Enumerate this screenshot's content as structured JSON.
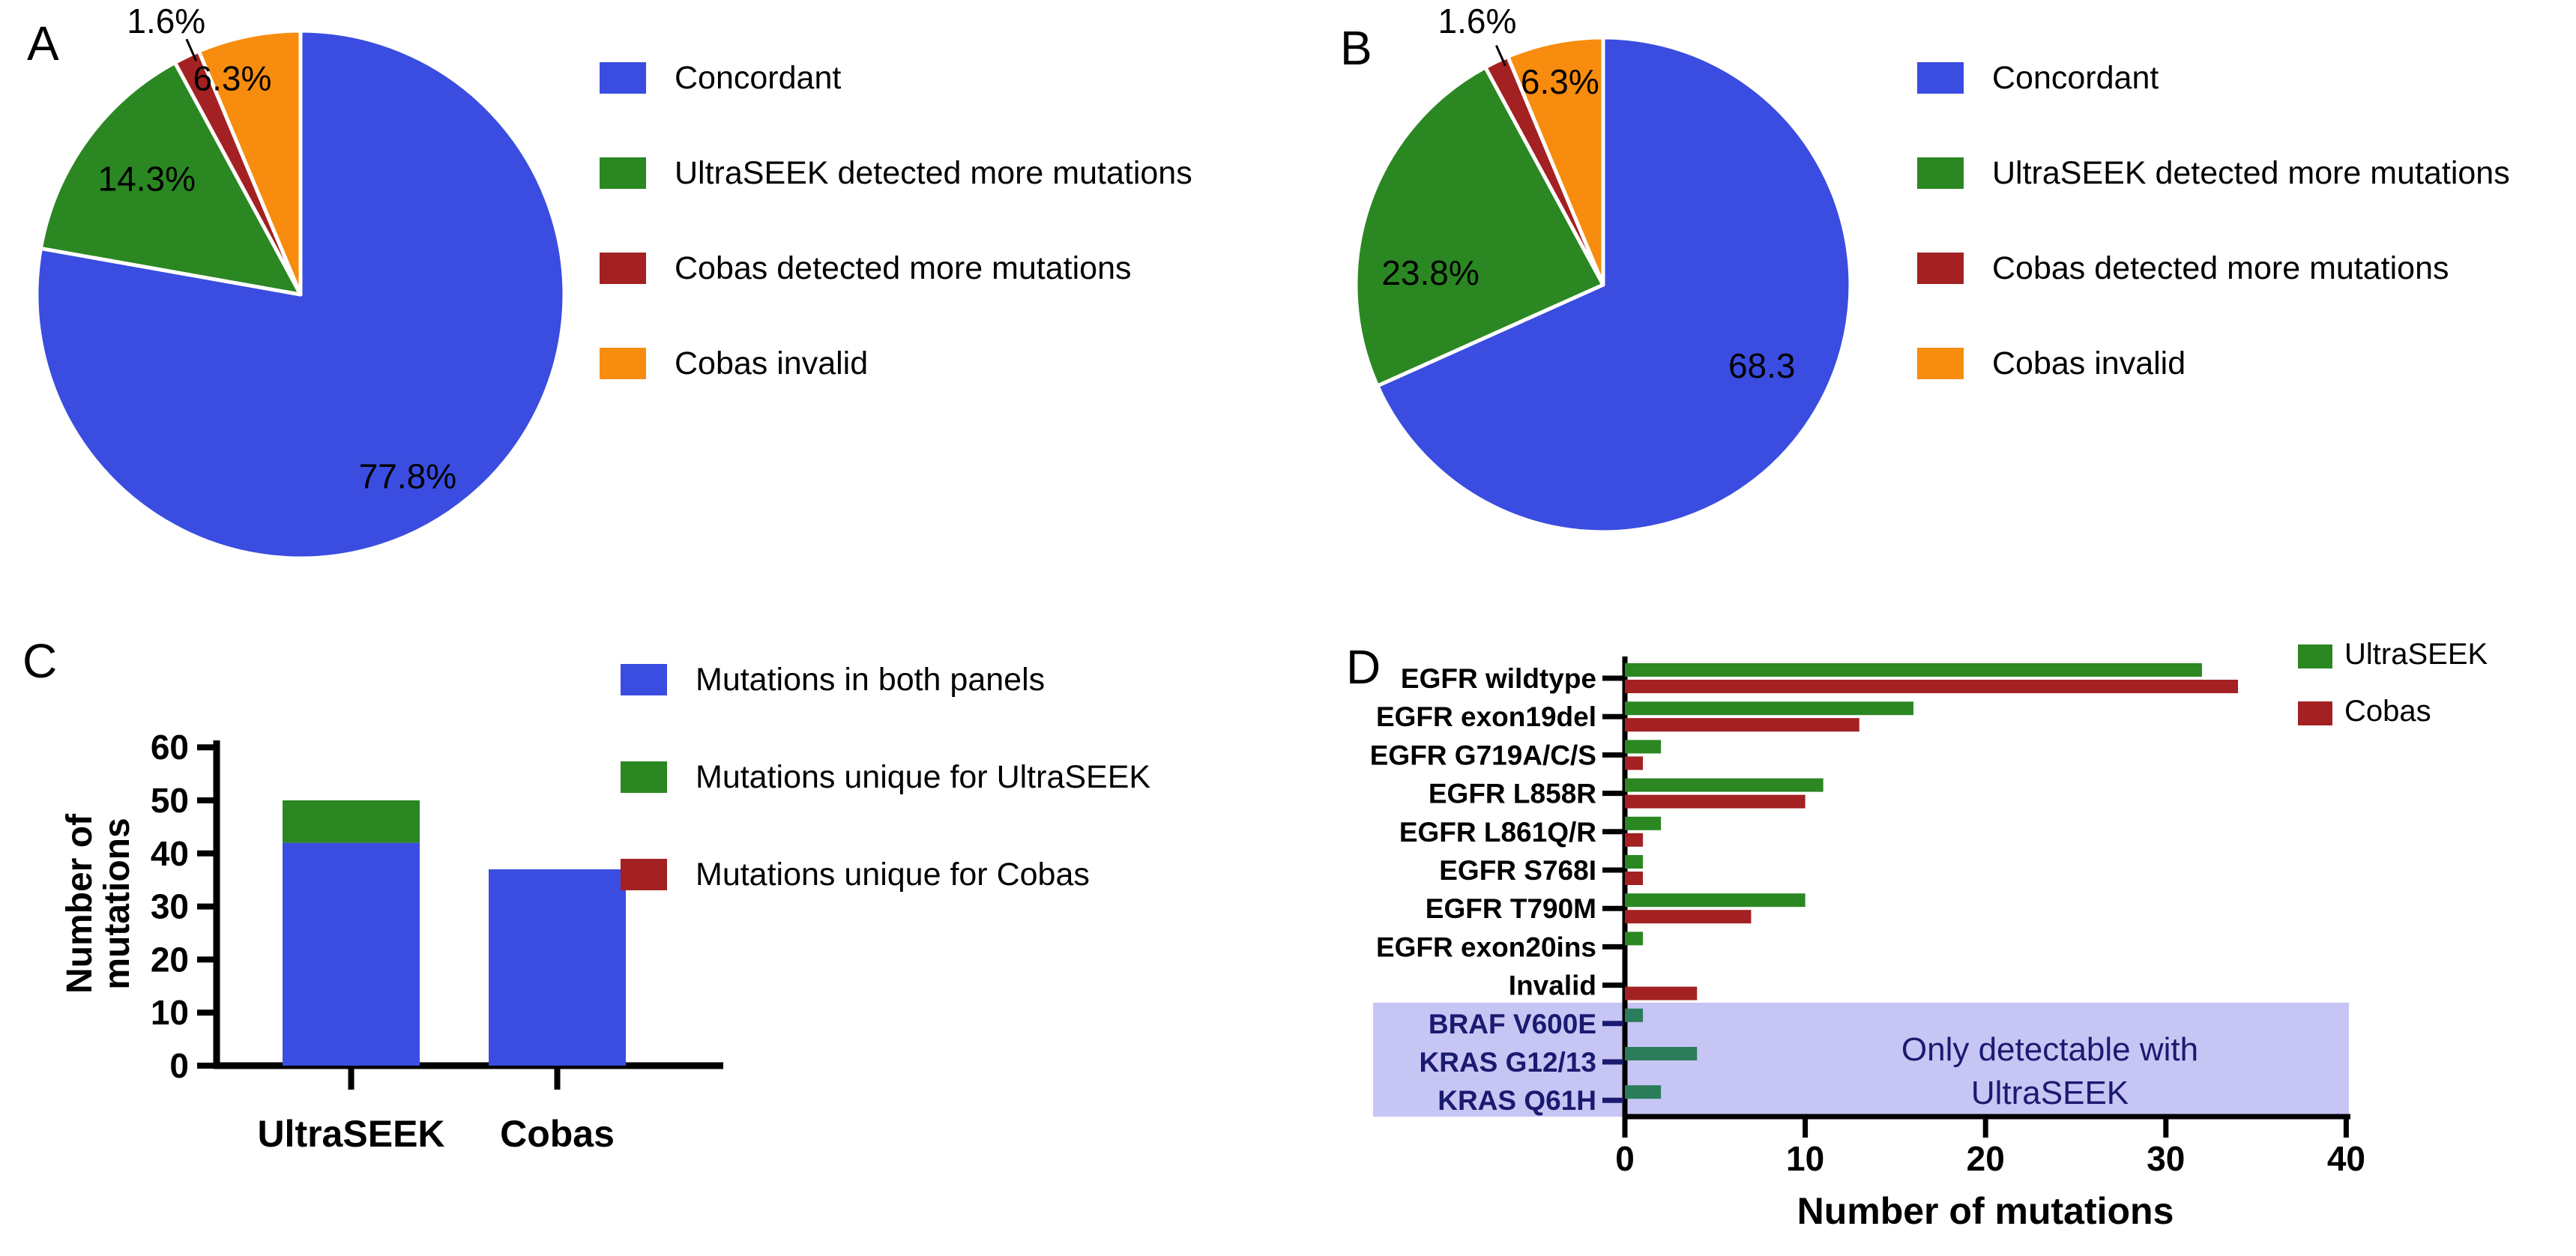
{
  "panels": {
    "a": {
      "label": "A"
    },
    "b": {
      "label": "B"
    },
    "c": {
      "label": "C"
    },
    "d": {
      "label": "D"
    }
  },
  "colors": {
    "blue": "#3a4de0",
    "green": "#2b8722",
    "dark_red": "#a32122",
    "orange": "#f88c0e",
    "teal": "#2b7c5b",
    "navy": "#1a1a70",
    "highlight_box": "#c6c5f4",
    "black": "#000000",
    "white": "#ffffff"
  },
  "chart_data": [
    {
      "id": "pieA",
      "type": "pie",
      "panel": "A",
      "slices": [
        {
          "label": "Concordant",
          "value": 77.8,
          "display": "77.8%",
          "color": "blue"
        },
        {
          "label": "UltraSEEK detected more mutations",
          "value": 14.3,
          "display": "14.3%",
          "color": "green"
        },
        {
          "label": "Cobas detected more mutations",
          "value": 1.6,
          "display": "1.6%",
          "color": "dark_red"
        },
        {
          "label": "Cobas invalid",
          "value": 6.3,
          "display": "6.3%",
          "color": "orange"
        }
      ],
      "legend": [
        {
          "label": "Concordant",
          "color": "blue"
        },
        {
          "label": "UltraSEEK detected more mutations",
          "color": "green"
        },
        {
          "label": "Cobas detected more mutations",
          "color": "dark_red"
        },
        {
          "label": "Cobas invalid",
          "color": "orange"
        }
      ],
      "start_angle": 0,
      "direction": "clockwise"
    },
    {
      "id": "pieB",
      "type": "pie",
      "panel": "B",
      "slices": [
        {
          "label": "Concordant",
          "value": 68.3,
          "display": "68.3",
          "color": "blue"
        },
        {
          "label": "UltraSEEK detected more mutations",
          "value": 23.8,
          "display": "23.8%",
          "color": "green"
        },
        {
          "label": "Cobas detected more mutations",
          "value": 1.6,
          "display": "1.6%",
          "color": "dark_red"
        },
        {
          "label": "Cobas invalid",
          "value": 6.3,
          "display": "6.3%",
          "color": "orange"
        }
      ],
      "legend": [
        {
          "label": "Concordant",
          "color": "blue"
        },
        {
          "label": "UltraSEEK detected more mutations",
          "color": "green"
        },
        {
          "label": "Cobas detected more mutations",
          "color": "dark_red"
        },
        {
          "label": "Cobas invalid",
          "color": "orange"
        }
      ],
      "start_angle": 0,
      "direction": "clockwise"
    },
    {
      "id": "barC",
      "type": "bar",
      "panel": "C",
      "stacked": true,
      "categories": [
        "UltraSEEK",
        "Cobas"
      ],
      "series": [
        {
          "name": "Mutations in both panels",
          "color": "blue",
          "values": [
            42,
            37
          ]
        },
        {
          "name": "Mutations unique for UltraSEEK",
          "color": "green",
          "values": [
            8,
            0
          ]
        },
        {
          "name": "Mutations unique for Cobas",
          "color": "dark_red",
          "values": [
            0,
            0
          ]
        }
      ],
      "legend": [
        {
          "label": "Mutations in both panels",
          "color": "blue"
        },
        {
          "label": "Mutations unique for UltraSEEK",
          "color": "green"
        },
        {
          "label": "Mutations unique for Cobas",
          "color": "dark_red"
        }
      ],
      "ylabel_lines": [
        "Number of",
        "mutations"
      ],
      "ylim": [
        0,
        60
      ],
      "yticks": [
        0,
        10,
        20,
        30,
        40,
        50,
        60
      ],
      "grid": false
    },
    {
      "id": "barD",
      "type": "horizontal-bar",
      "panel": "D",
      "categories": [
        "EGFR wildtype",
        "EGFR exon19del",
        "EGFR G719A/C/S",
        "EGFR L858R",
        "EGFR L861Q/R",
        "EGFR S768I",
        "EGFR T790M",
        "EGFR exon20ins",
        "Invalid",
        "BRAF V600E",
        "KRAS G12/13",
        "KRAS Q61H"
      ],
      "series": [
        {
          "name": "UltraSEEK",
          "color": "green",
          "values": [
            32,
            16,
            2,
            11,
            2,
            1,
            10,
            1,
            0,
            1,
            4,
            2
          ]
        },
        {
          "name": "Cobas",
          "color": "dark_red",
          "values": [
            34,
            13,
            1,
            10,
            1,
            1,
            7,
            0,
            4,
            0,
            0,
            0
          ]
        }
      ],
      "legend": [
        {
          "label": "UltraSEEK",
          "color": "green"
        },
        {
          "label": "Cobas",
          "color": "dark_red"
        }
      ],
      "xlabel": "Number of mutations",
      "xlim": [
        0,
        40
      ],
      "xticks": [
        0,
        10,
        20,
        30,
        40
      ],
      "grid": false,
      "highlight": {
        "rows": [
          "BRAF V600E",
          "KRAS G12/13",
          "KRAS Q61H"
        ],
        "box_color": "highlight_box",
        "bar_color": "teal",
        "label_color": "navy",
        "annotation_lines": [
          "Only detectable with",
          "UltraSEEK"
        ]
      }
    }
  ]
}
